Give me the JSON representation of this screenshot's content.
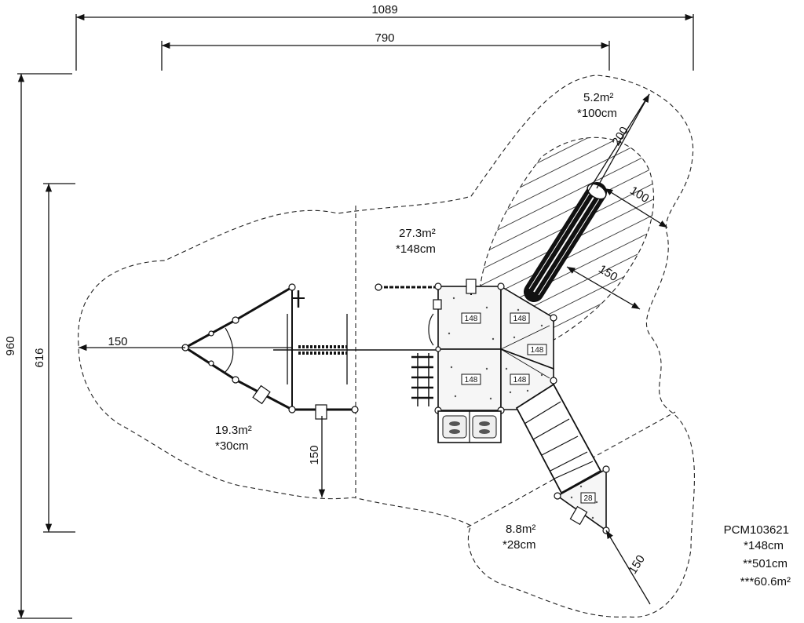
{
  "dimensions": {
    "overall_width": "1089",
    "inner_width": "790",
    "overall_height": "960",
    "inner_height": "616"
  },
  "zones": {
    "left": {
      "area": "19.3m²",
      "height": "*30cm",
      "clearance_horizontal": "150",
      "clearance_vertical": "150"
    },
    "center": {
      "area": "27.3m²",
      "height": "*148cm"
    },
    "slide": {
      "area": "5.2m²",
      "height": "*100cm",
      "length": "200",
      "width": "100",
      "clearance": "150"
    },
    "bottom_right": {
      "area": "8.8m²",
      "height": "*28cm",
      "clearance": "150"
    }
  },
  "deck_labels": [
    "148",
    "148",
    "148",
    "148",
    "148"
  ],
  "small_deck_label": "28",
  "product": {
    "code": "PCM103621",
    "max_height": "*148cm",
    "perimeter": "**501cm",
    "area": "***60.6m²"
  }
}
